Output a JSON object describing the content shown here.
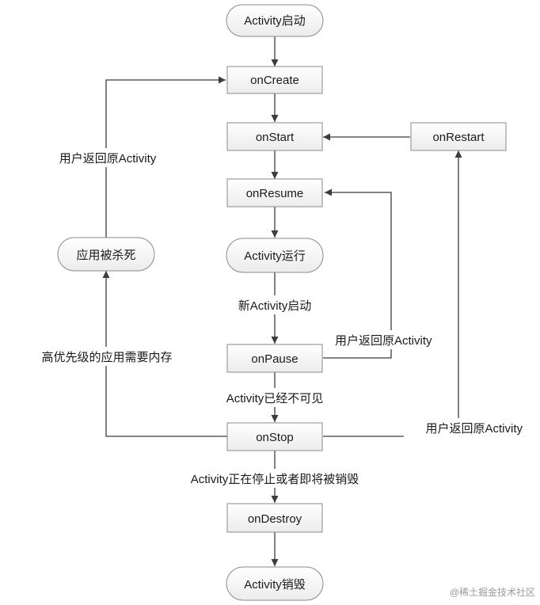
{
  "nodes": {
    "start": "Activity启动",
    "oncreate": "onCreate",
    "onstart": "onStart",
    "onrestart": "onRestart",
    "onresume": "onResume",
    "running": "Activity运行",
    "onpause": "onPause",
    "onstop": "onStop",
    "ondestroy": "onDestroy",
    "destroyed": "Activity销毁",
    "killed": "应用被杀死"
  },
  "edges": {
    "new_activity": "新Activity启动",
    "return_to_resume": "用户返回原Activity",
    "not_visible": "Activity已经不可见",
    "return_to_restart": "用户返回原Activity",
    "finishing": "Activity正在停止或者即将被销毁",
    "memory_needed": "高优先级的应用需要内存",
    "return_to_create": "用户返回原Activity"
  },
  "watermark": "@稀土掘金技术社区"
}
